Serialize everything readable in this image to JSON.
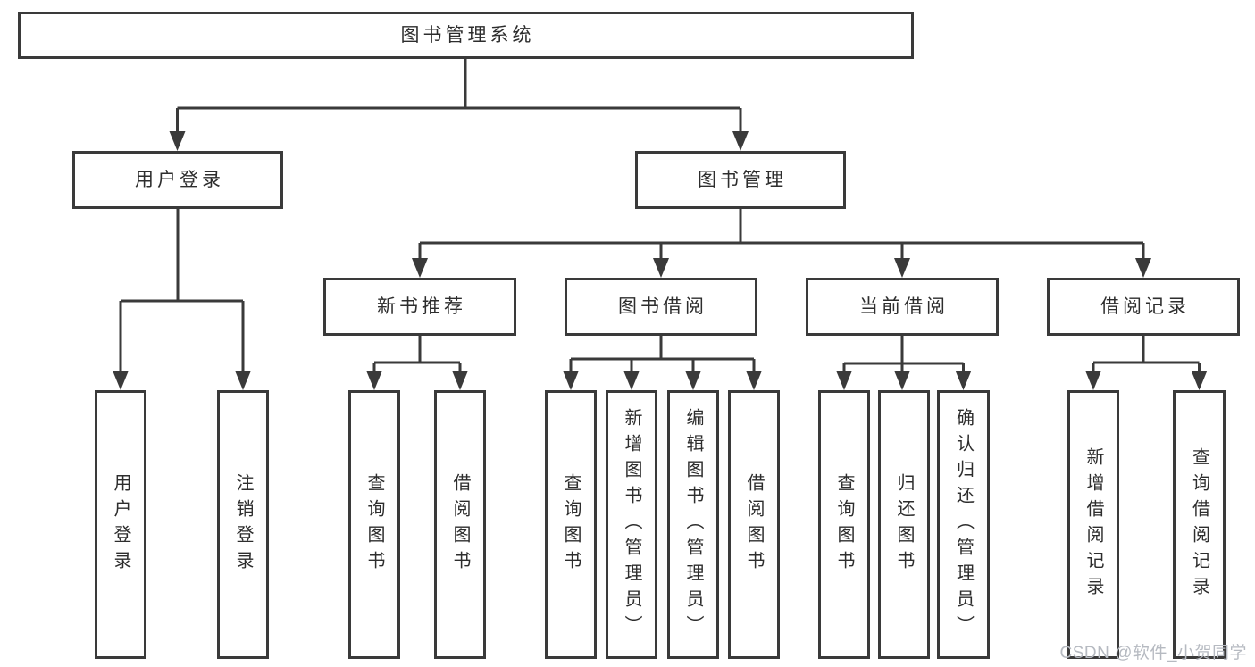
{
  "tree": {
    "root": {
      "label": "图书管理系统",
      "children": [
        {
          "label": "用户登录",
          "children": [
            {
              "label": "用户登录"
            },
            {
              "label": "注销登录"
            }
          ]
        },
        {
          "label": "图书管理",
          "children": [
            {
              "label": "新书推荐",
              "children": [
                {
                  "label": "查询图书"
                },
                {
                  "label": "借阅图书"
                }
              ]
            },
            {
              "label": "图书借阅",
              "children": [
                {
                  "label": "查询图书"
                },
                {
                  "label": "新增图书（管理员）"
                },
                {
                  "label": "编辑图书（管理员）"
                },
                {
                  "label": "借阅图书"
                }
              ]
            },
            {
              "label": "当前借阅",
              "children": [
                {
                  "label": "查询图书"
                },
                {
                  "label": "归还图书"
                },
                {
                  "label": "确认归还（管理员）"
                }
              ]
            },
            {
              "label": "借阅记录",
              "children": [
                {
                  "label": "新增借阅记录"
                },
                {
                  "label": "查询借阅记录"
                }
              ]
            }
          ]
        }
      ]
    }
  },
  "watermark": {
    "text": "CSDN @软件_小贺同学",
    "color": "#b6bac1"
  },
  "colors": {
    "line": "#3a3a3a",
    "box_border": "#3a3a3a",
    "text": "#2d2d2d",
    "background": "#ffffff"
  }
}
